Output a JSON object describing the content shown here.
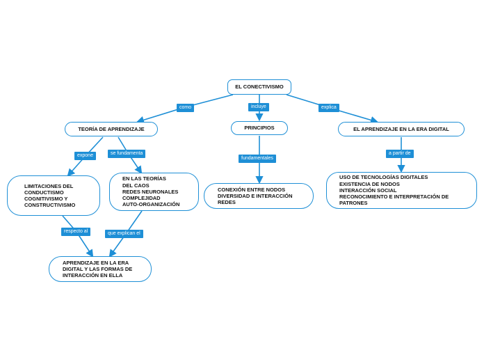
{
  "diagram": {
    "line_color": "#1e8fd6",
    "nodes": {
      "root": "EL CONECTIVISMO",
      "teoria": "TEORÍA DE APRENDIZAJE",
      "principios": "PRINCIPIOS",
      "era_digital": "EL APRENDIZAJE EN LA ERA DIGITAL",
      "limitaciones": "LIMITACIONES DEL\nCONDUCTISMO\nCOGNITIVISMO Y\nCONSTRUCTIVISMO",
      "teorias": "EN LAS TEORÍAS\nDEL CAOS\nREDES NEURONALES\nCOMPLEJIDAD\nAUTO-ORGANIZACIÓN",
      "conexion": "CONEXIÓN ENTRE NODOS\nDIVERSIDAD E INTERACCIÓN\nREDES",
      "uso": "USO DE TECNOLOGÍAS DIGITALES\nEXISTENCIA DE NODOS\nINTERACCIÓN SOCIAL\nRECONOCIMIENTO E INTERPRETACIÓN DE\nPATRONES",
      "aprendizaje_final": "APRENDIZAJE EN LA ERA\nDIGITAL Y LAS FORMAS DE\nINTERACCIÓN EN ELLA"
    },
    "edge_labels": {
      "como": "como",
      "incluye": "incluye",
      "explica": "explica",
      "expone": "expone",
      "se_fundamenta": "se fundamenta",
      "fundamentales": "fundamentales",
      "a_partir_de": "a partir de",
      "respecto_al": "respecto al",
      "que_explican_el": "que explican el"
    }
  }
}
